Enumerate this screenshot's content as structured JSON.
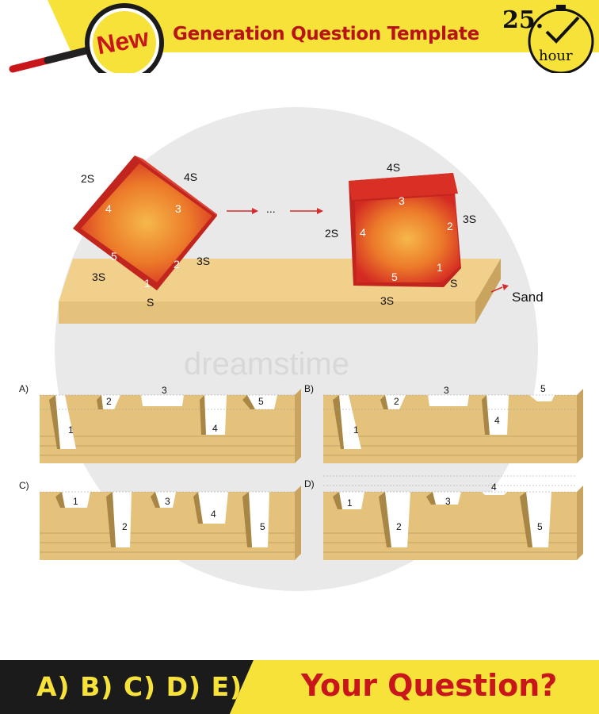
{
  "header": {
    "badge": "New",
    "title": "Generation Question Template",
    "timer_number": "25.",
    "timer_unit": "hour"
  },
  "diagram": {
    "block_left": {
      "corner_labels": [
        "2S",
        "4S",
        "3S",
        "3S",
        "S"
      ],
      "face_numbers": [
        "4",
        "3",
        "5",
        "2",
        "1"
      ]
    },
    "transition_dots": "...",
    "block_right": {
      "corner_labels": [
        "4S",
        "3S",
        "2S",
        "S",
        "3S"
      ],
      "face_numbers": [
        "3",
        "2",
        "4",
        "5",
        "1"
      ]
    },
    "sand_label": "Sand",
    "options": [
      {
        "letter": "A)",
        "marks": [
          "1",
          "2",
          "3",
          "4",
          "5"
        ]
      },
      {
        "letter": "B)",
        "marks": [
          "1",
          "2",
          "3",
          "4",
          "5"
        ]
      },
      {
        "letter": "C)",
        "marks": [
          "1",
          "2",
          "3",
          "4",
          "5"
        ]
      },
      {
        "letter": "D)",
        "marks": [
          "1",
          "2",
          "3",
          "4",
          "5"
        ]
      }
    ]
  },
  "watermark": "dreamstime",
  "footer": {
    "choices": "A) B) C) D) E)",
    "question": "Your Question?"
  },
  "colors": {
    "header_yellow": "#f7e23a",
    "accent_red": "#c8161b",
    "footer_dark": "#1b1b1b",
    "wood": "#e5c27c",
    "wood_dark": "#a88746"
  }
}
